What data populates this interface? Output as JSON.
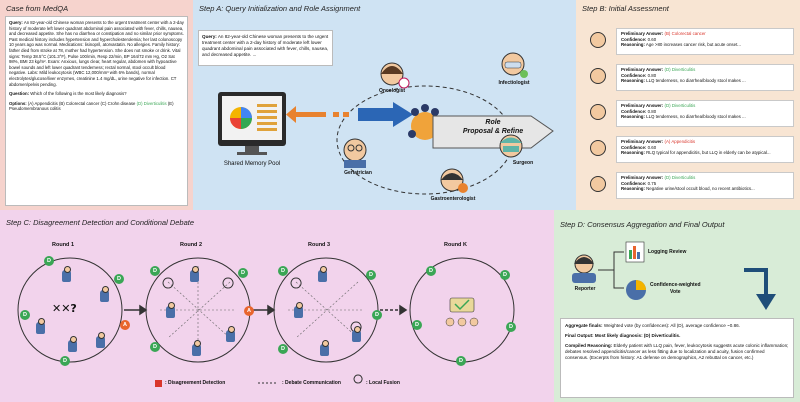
{
  "case": {
    "title": "Case from MedQA",
    "query_label": "Query:",
    "query_text": "An 82-year-old Chinese woman presents to the urgent treatment center with a 2-day history of moderate left lower quadrant abdominal pain associated with fever, chills, nausea, and decreased appetite. She has no diarrhea or constipation and no similar prior symptoms. Past medical history includes hypertension and hypercholesterolemia; her last colonoscopy 10 years ago was normal. Medications: lisinopril, atorvastatin. No allergies. Family history: father died from stroke at 78, mother had hypertension. She does not smoke or drink. Vital signs: Temp 38.5°C (101.3°F), Pulse 100/min, Resp 22/min, BP 164/72 mm Hg, O2 Sat 98%, BMI 23 kg/m². Exam: Anxious, lungs clear, heart regular, abdomen with hypoactive bowel sounds and left lower quadrant tenderness; rectal normal, stool occult blood negative. Labs: Mild leukocytosis (WBC 12,000/mm³ with 6% bands), normal electrolytes/glucose/liver enzymes, creatinine 1.4 mg/dL, urine negative for infection. CT abdomen/pelvis pending.",
    "question_label": "Question:",
    "question_text": "Which of the following is the most likely diagnosis?",
    "options_label": "Options:",
    "option_a": "(A) Appendicitis",
    "option_b": "(B) Colorectal cancer",
    "option_c": "(C) Crohn disease",
    "option_d": "(D) Diverticulitis",
    "option_e": "(E) Pseudomembranous colitis"
  },
  "stepA": {
    "title": "Step A: Query Initialization and Role Assignment",
    "query_label": "Query:",
    "query_text": "An 82-year-old Chinese woman presents to the urgent treatment center with a 2-day history of moderate left lower quadrant abdominal pain associated with fever, chills, nausea, and decreased appetite. ...",
    "memory_label": "Shared Memory Pool",
    "role_line1": "Role",
    "role_line2": "Proposal  & Refine",
    "roles": {
      "oncologist": "Oncologist",
      "infectiologist": "Infectiologist",
      "geriatrician": "Geriatrician",
      "surgeon": "Surgeon",
      "gastroenterologist": "Gastroenterologist"
    }
  },
  "stepB": {
    "title": "Step B: Initial Assessment",
    "answer_label": "Preliminary Answer:",
    "confidence_label": "Confidence:",
    "reasoning_label": "Reasoning:",
    "entries": [
      {
        "answer": "(B) Colorectal cancer",
        "confidence": "0.60",
        "reasoning": "Age >80 increases cancer risk, but acute onset..."
      },
      {
        "answer": "(D) Diverticulitis",
        "confidence": "0.80",
        "reasoning": "LLQ tenderness, no diarrhea/bloody stool makes ..."
      },
      {
        "answer": "(D) Diverticulitis",
        "confidence": "0.80",
        "reasoning": "LLQ tenderness, no diarrhea/bloody stool makes ..."
      },
      {
        "answer": "(A) Appendicitis",
        "confidence": "0.60",
        "reasoning": "RLQ typical for appendicitis, but LLQ in elderly can be atypical..."
      },
      {
        "answer": "(D) Diverticulitis",
        "confidence": "0.75",
        "reasoning": "Negative urine/stool occult blood, no recent antibiotics..."
      }
    ]
  },
  "stepC": {
    "title": "Step C: Disagreement Detection and Conditional Debate",
    "rounds": [
      "Round 1",
      "Round 2",
      "Round 3",
      "Round K"
    ],
    "legend": {
      "disagreement": ": Disagreement Detection",
      "debate": ": Debate Communication",
      "fusion": ": Local Fusion"
    },
    "badge_d": "D",
    "badge_a": "A"
  },
  "stepD": {
    "title": "Step D: Consensus Aggregation and Final Output",
    "reporter_label": "Reporter",
    "logging_label": "Logging Review",
    "vote_label_line1": "Confidence-weighted",
    "vote_label_line2": "Vote",
    "aggregate_label": "Aggregate finals:",
    "aggregate_text": "Weighted vote (by confidences): All (D), average confidence ~0.86.",
    "final_label": "Final Output:",
    "final_text": "Most likely diagnosis: (D) Diverticulitis.",
    "compiled_label": "Compiled Reasoning:",
    "compiled_text": "Elderly patient with LLQ pain, fever, leukocytosis suggests acute colonic inflammation; debates resolved appendicitis/cancer as less fitting due to localization and acuity, fusion confirmed consensus. (Excerpts from history: A1 defense on demographics, A2 rebuttal on cancer, etc.)"
  }
}
